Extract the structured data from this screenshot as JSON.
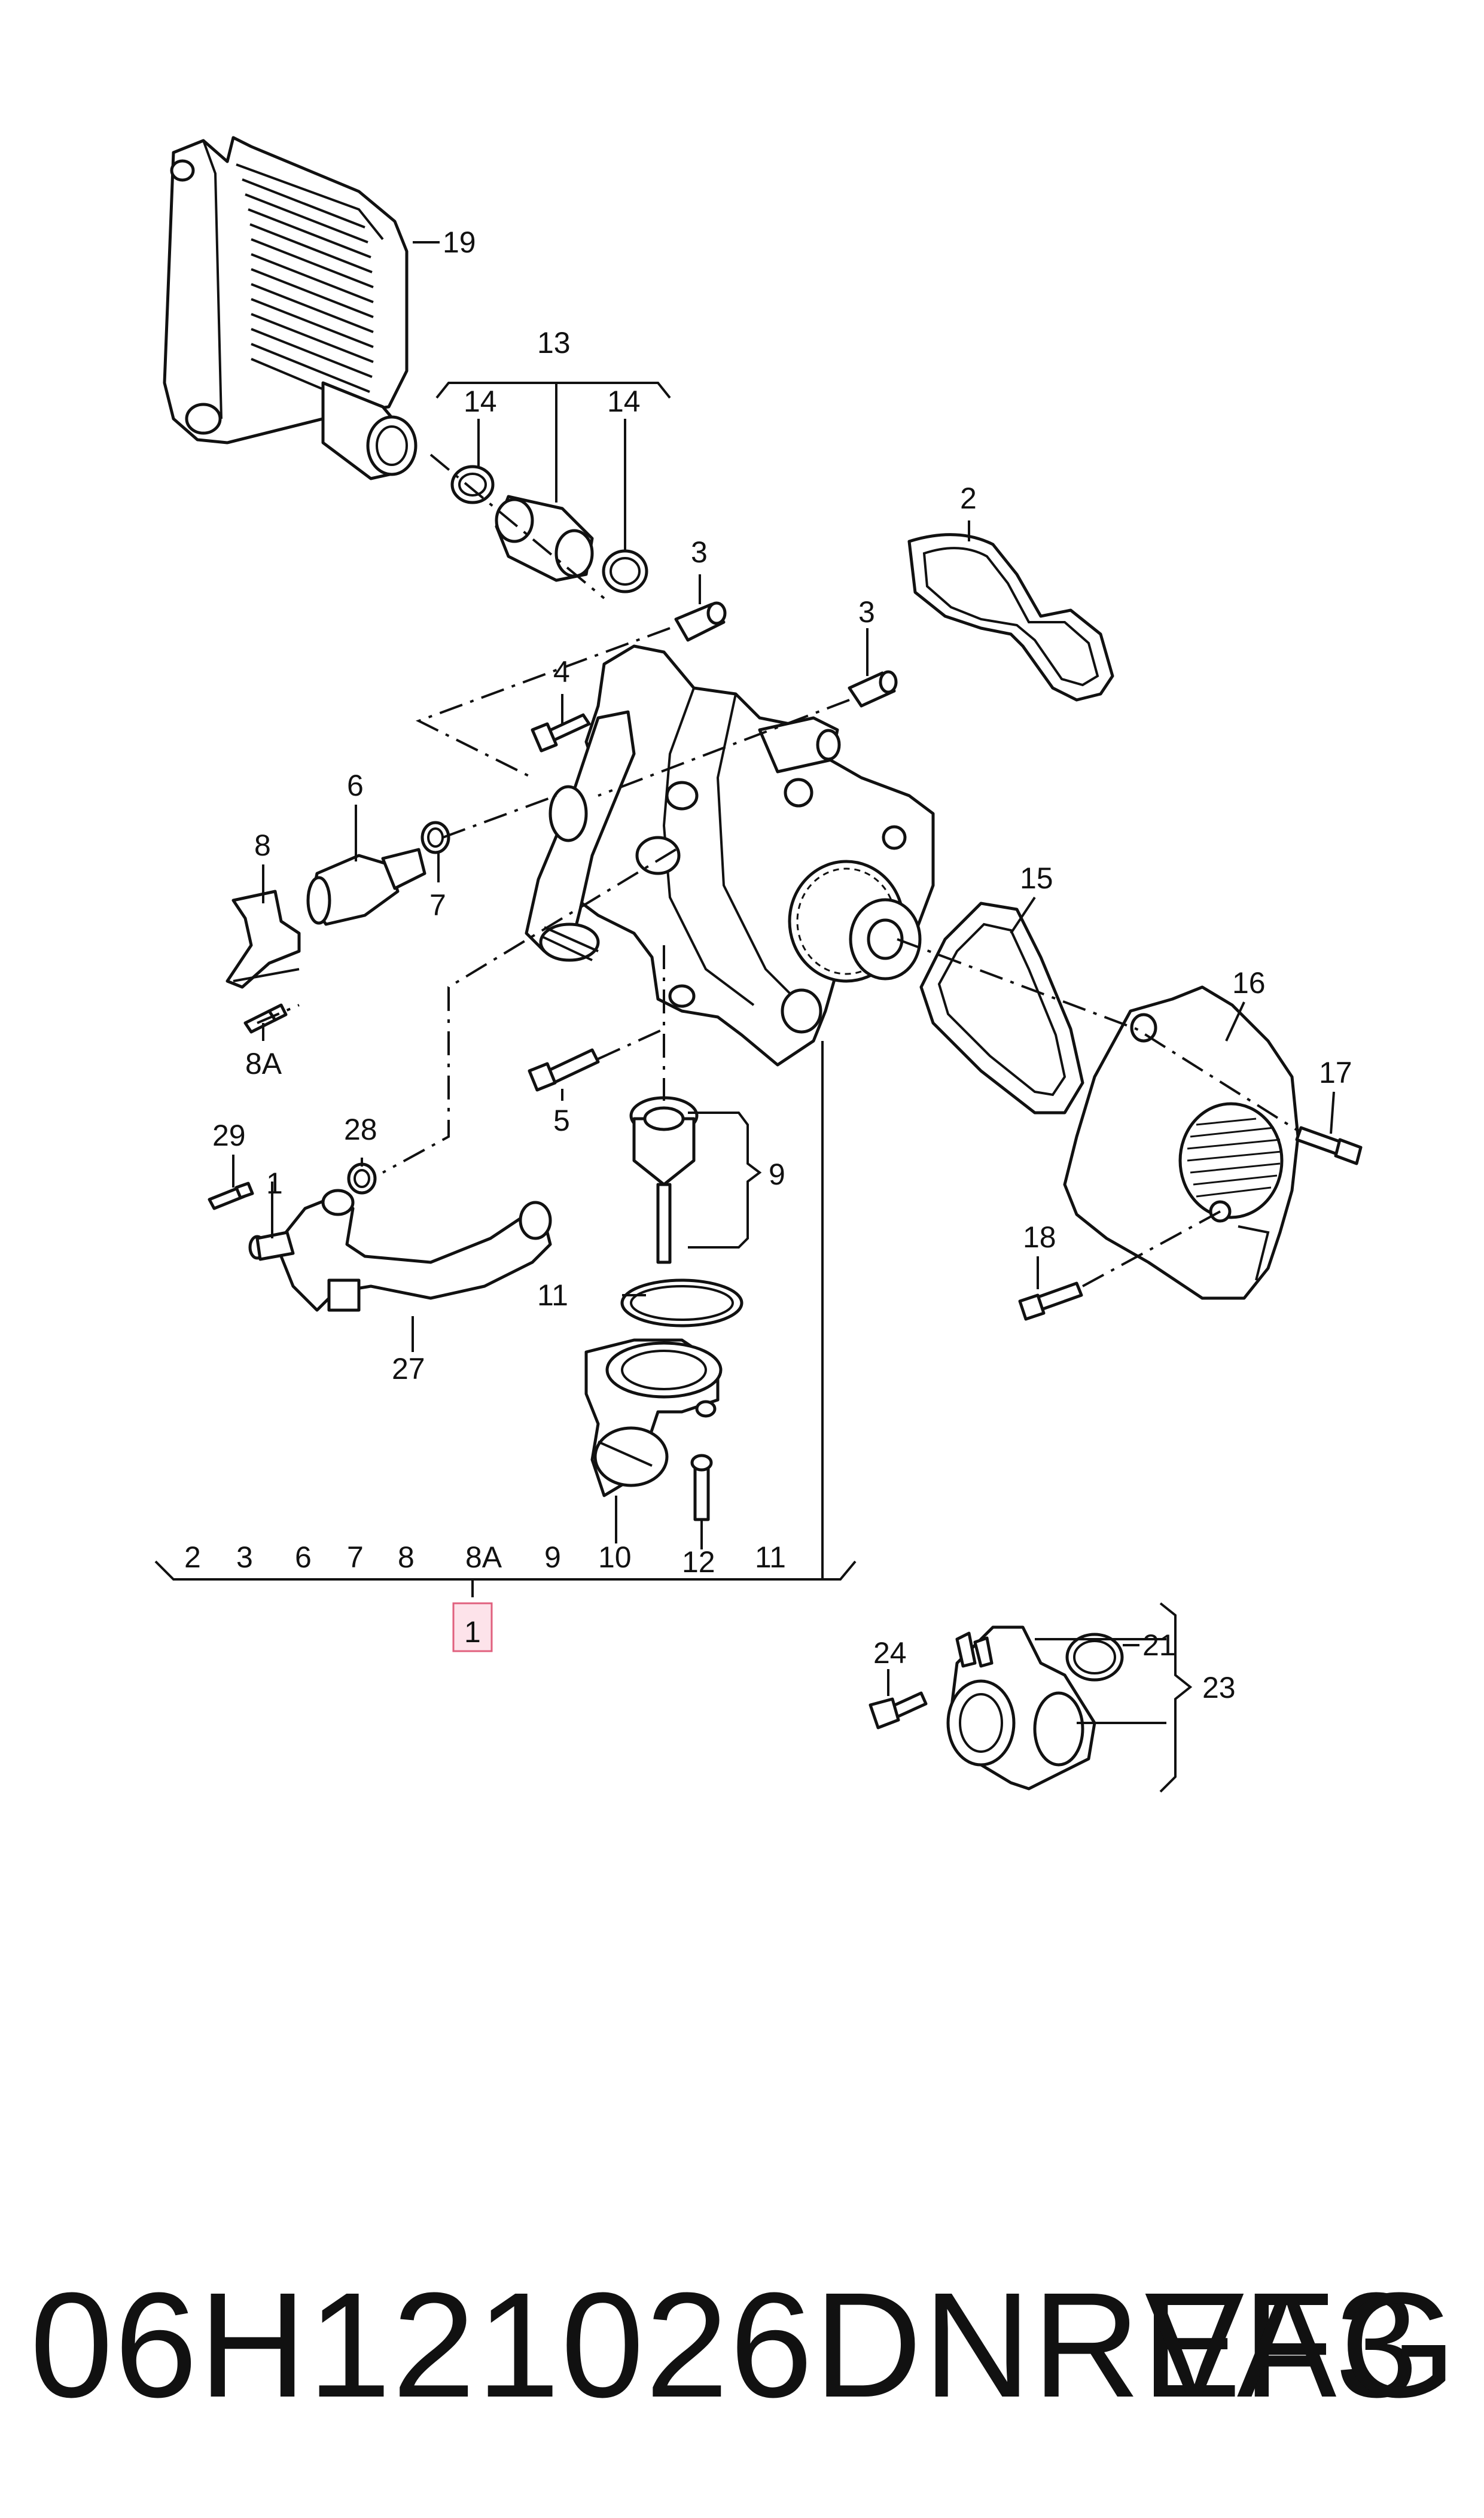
{
  "diagram": {
    "callouts": {
      "c2": "2",
      "c3a": "3",
      "c3b": "3",
      "c4": "4",
      "c5": "5",
      "c6": "6",
      "c7": "7",
      "c8": "8",
      "c8a": "8A",
      "c9": "9",
      "c11": "11",
      "c13": "13",
      "c14a": "14",
      "c14b": "14",
      "c15": "15",
      "c16": "16",
      "c17": "17",
      "c18": "18",
      "c19": "19",
      "c21": "21",
      "c23": "23",
      "c24": "24",
      "c27": "27",
      "c28": "28",
      "c29": "29",
      "c1side": "1"
    },
    "assembly_row": [
      "2",
      "3",
      "6",
      "7",
      "8",
      "8A",
      "9",
      "10",
      "12",
      "11"
    ],
    "assembly_label": "1"
  },
  "footer": {
    "part_number": "06H121026DNREF3",
    "brand": "VAG"
  },
  "colors": {
    "ink": "#111111",
    "highlight_fill": "#fde3ea",
    "highlight_stroke": "#e0607e"
  }
}
